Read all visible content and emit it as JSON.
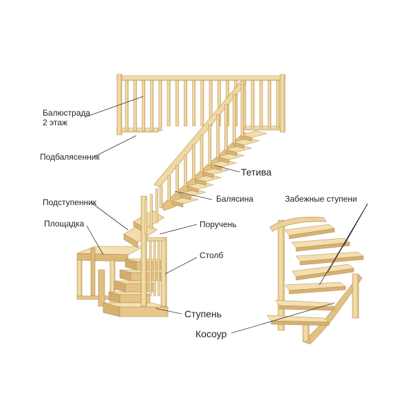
{
  "labels": {
    "balustrade_line1": "Балюстрада",
    "balustrade_line2": "2 этаж",
    "podbalyasennik": "Подбалясенник",
    "tetiva": "Тетива",
    "balyasina": "Балясина",
    "podstupennik": "Подступенник",
    "poruchen": "Поручень",
    "ploshchadka": "Площадка",
    "stolb": "Столб",
    "stupen": "Ступень",
    "zabezhnye": "Забежные ступени",
    "kosour": "Косоур"
  },
  "colors": {
    "wood_light": "#f1dba6",
    "wood_mid": "#e2c384",
    "wood_dark": "#c9a25f",
    "wood_edge": "#a7834a",
    "leader": "#333333",
    "text": "#222222"
  }
}
